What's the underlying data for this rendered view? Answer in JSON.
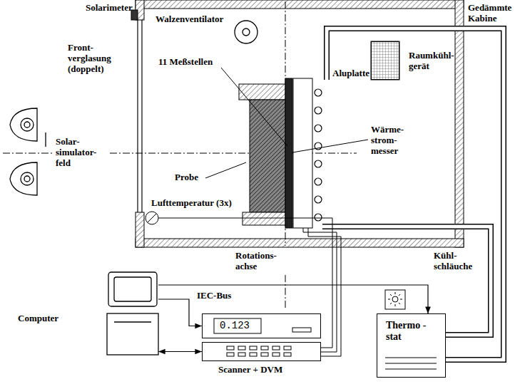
{
  "diagram": {
    "nodes": [
      {
        "text": [
          "Computer"
        ]
      },
      {
        "text": [
          "0.123"
        ]
      },
      {
        "text": [
          "Scanner + DVM"
        ]
      },
      {
        "text": [
          "Thermo -stat"
        ]
      },
      {
        "text": [
          "Raumkühl- gerät"
        ]
      }
    ],
    "edges": [
      {
        "from": 0,
        "to": 3,
        "arrow": "to"
      },
      {
        "from": 0,
        "to": 1,
        "arrow": "to"
      },
      {
        "from": 0,
        "to": 2,
        "arrow": "both"
      }
    ],
    "labels": [
      "Solarimeter",
      "Gedämmte Kabine",
      "Walzenventilator",
      "Front- verglasung (doppelt)",
      "11 Meßstellen",
      "Aluplatte",
      "Solar- simulator- feld",
      "Wärme- strom- messer",
      "Probe",
      "Lufttemperatur (3x)",
      "Kühl- schläuche",
      "Rotations- achse",
      "IEC-Bus"
    ]
  }
}
